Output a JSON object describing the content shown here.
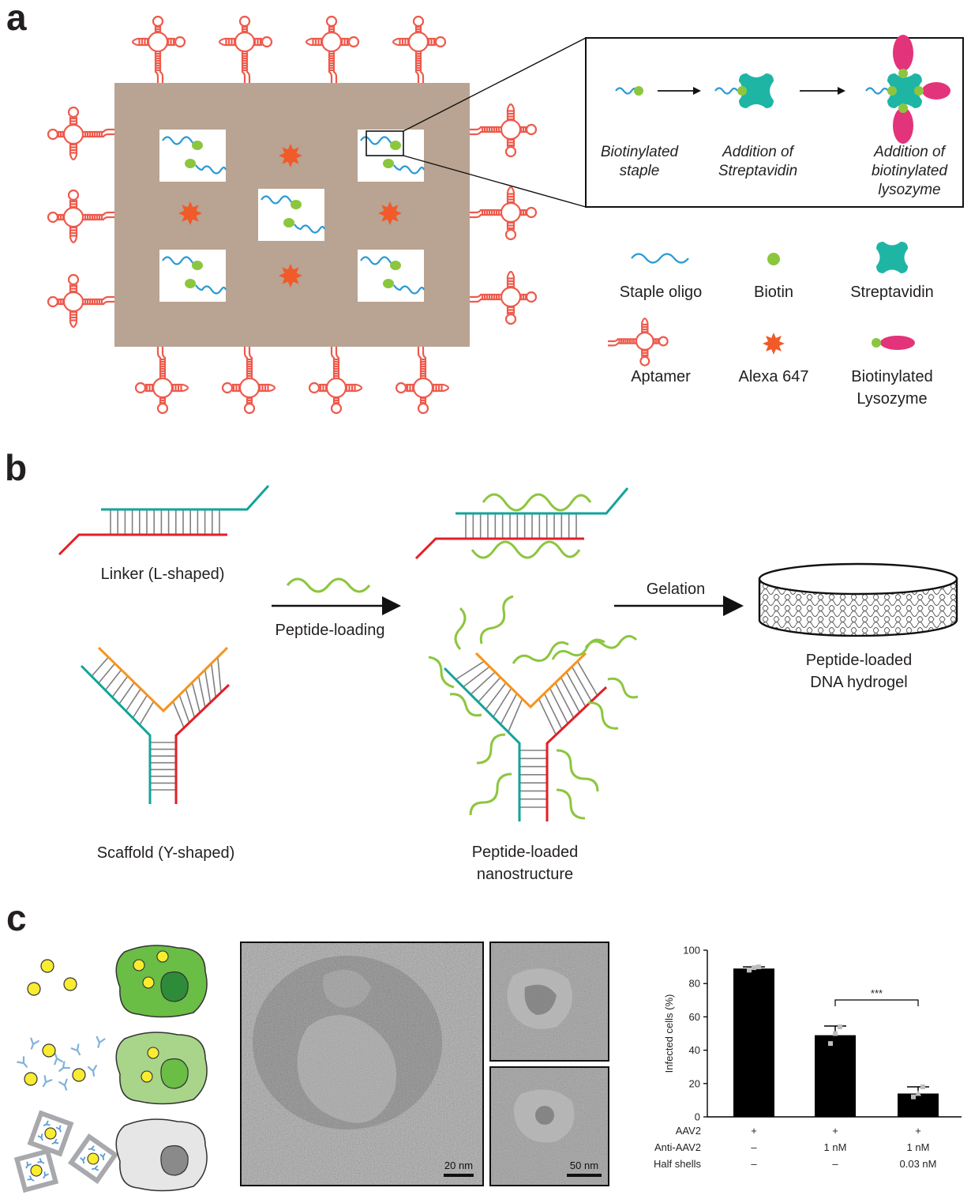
{
  "colors": {
    "aptamer": "#ee5a4c",
    "origami": "#b9a392",
    "staple": "#2a9ad3",
    "biotin": "#8cc63f",
    "streptavidin": "#1fb5a5",
    "lysozyme": "#e3337a",
    "alexa": "#f15a29",
    "teal": "#13a39a",
    "red": "#e21f26",
    "orange": "#f7941d",
    "peptide": "#8cc63f",
    "bar": "#000000"
  },
  "panel_a": {
    "label": "a",
    "inset": {
      "steps": [
        "Biotinylated staple",
        "Addition of Streptavidin",
        "Addition of biotinylated lysozyme"
      ],
      "step_lines": [
        [
          "Biotinylated",
          "staple"
        ],
        [
          "Addition of",
          "Streptavidin"
        ],
        [
          "Addition of",
          "biotinylated",
          "lysozyme"
        ]
      ]
    },
    "legend": {
      "staple_oligo": "Staple oligo",
      "biotin": "Biotin",
      "streptavidin": "Streptavidin",
      "aptamer": "Aptamer",
      "alexa": "Alexa 647",
      "biotinylated_lysozyme_1": "Biotinylated",
      "biotinylated_lysozyme_2": "Lysozyme"
    }
  },
  "panel_b": {
    "label": "b",
    "linker": "Linker (L-shaped)",
    "scaffold": "Scaffold (Y-shaped)",
    "peptide_loading": "Peptide-loading",
    "gelation": "Gelation",
    "nanostructure_1": "Peptide-loaded",
    "nanostructure_2": "nanostructure",
    "hydrogel_1": "Peptide-loaded",
    "hydrogel_2": "DNA hydrogel"
  },
  "panel_c": {
    "label": "c",
    "scale_bar_main": "20 nm",
    "scale_bar_small": "50 nm",
    "significance": "***",
    "row_labels": [
      "AAV2",
      "Anti-AAV2",
      "Half shells"
    ],
    "columns": [
      {
        "AAV2": "+",
        "Anti-AAV2": "–",
        "Half shells": "–"
      },
      {
        "AAV2": "+",
        "Anti-AAV2": "1 nM",
        "Half shells": "–"
      },
      {
        "AAV2": "+",
        "Anti-AAV2": "1 nM",
        "Half shells": "0.03 nM"
      }
    ]
  },
  "chart_data": {
    "type": "bar",
    "ylabel": "Infected cells (%)",
    "ylim": [
      0,
      100
    ],
    "yticks": [
      0,
      20,
      40,
      60,
      80,
      100
    ],
    "categories": [
      "AAV2",
      "AAV2 + Anti-AAV2 1 nM",
      "AAV2 + Anti-AAV2 1 nM + Half shells 0.03 nM"
    ],
    "values": [
      89,
      49,
      14
    ],
    "errors": [
      1,
      5.5,
      4
    ],
    "points": [
      [
        88,
        89.5,
        90
      ],
      [
        44,
        50,
        54
      ],
      [
        12,
        14,
        18
      ]
    ],
    "significance": [
      {
        "between": [
          1,
          2
        ],
        "label": "***"
      }
    ]
  }
}
